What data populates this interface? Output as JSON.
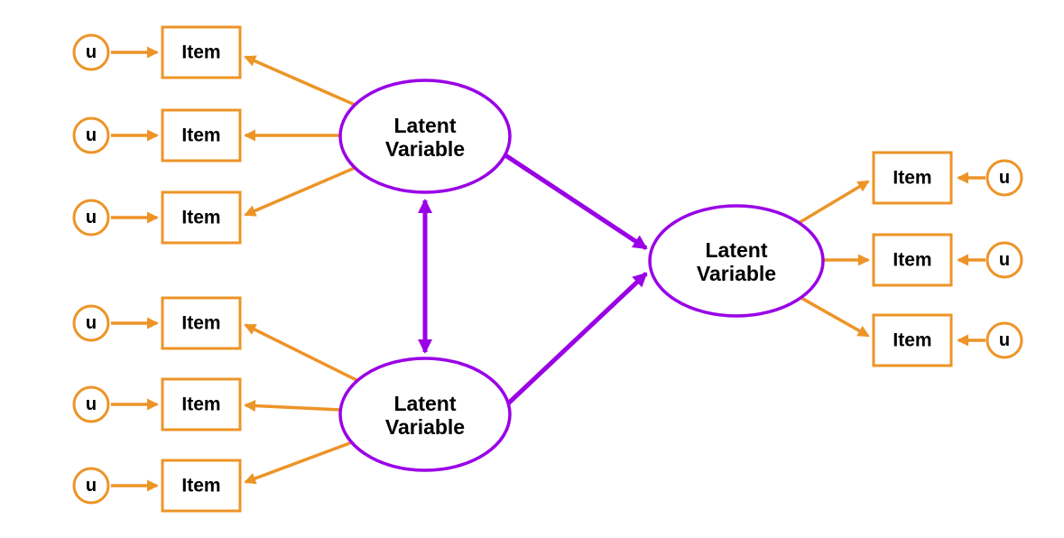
{
  "diagram": {
    "type": "structural-equation-model",
    "labels": {
      "latent_line1": "Latent",
      "latent_line2": "Variable",
      "item": "Item",
      "u": "u"
    },
    "colors": {
      "orange": "#ED9427",
      "purple": "#9A00E6",
      "text": "#000000",
      "background": "#FFFFFF",
      "node_fill": "#FFFFFF"
    },
    "nodes": {
      "latent_variables": [
        {
          "id": "latent-left-top",
          "label": "Latent Variable",
          "shape": "ellipse",
          "color": "purple"
        },
        {
          "id": "latent-left-bottom",
          "label": "Latent Variable",
          "shape": "ellipse",
          "color": "purple"
        },
        {
          "id": "latent-right",
          "label": "Latent Variable",
          "shape": "ellipse",
          "color": "purple"
        }
      ],
      "items": [
        {
          "id": "item-1",
          "label": "Item",
          "shape": "rect",
          "color": "orange"
        },
        {
          "id": "item-2",
          "label": "Item",
          "shape": "rect",
          "color": "orange"
        },
        {
          "id": "item-3",
          "label": "Item",
          "shape": "rect",
          "color": "orange"
        },
        {
          "id": "item-4",
          "label": "Item",
          "shape": "rect",
          "color": "orange"
        },
        {
          "id": "item-5",
          "label": "Item",
          "shape": "rect",
          "color": "orange"
        },
        {
          "id": "item-6",
          "label": "Item",
          "shape": "rect",
          "color": "orange"
        },
        {
          "id": "item-7",
          "label": "Item",
          "shape": "rect",
          "color": "orange"
        },
        {
          "id": "item-8",
          "label": "Item",
          "shape": "rect",
          "color": "orange"
        },
        {
          "id": "item-9",
          "label": "Item",
          "shape": "rect",
          "color": "orange"
        }
      ],
      "unique_factors": [
        {
          "id": "u-1",
          "label": "u",
          "shape": "circle",
          "color": "orange"
        },
        {
          "id": "u-2",
          "label": "u",
          "shape": "circle",
          "color": "orange"
        },
        {
          "id": "u-3",
          "label": "u",
          "shape": "circle",
          "color": "orange"
        },
        {
          "id": "u-4",
          "label": "u",
          "shape": "circle",
          "color": "orange"
        },
        {
          "id": "u-5",
          "label": "u",
          "shape": "circle",
          "color": "orange"
        },
        {
          "id": "u-6",
          "label": "u",
          "shape": "circle",
          "color": "orange"
        },
        {
          "id": "u-7",
          "label": "u",
          "shape": "circle",
          "color": "orange"
        },
        {
          "id": "u-8",
          "label": "u",
          "shape": "circle",
          "color": "orange"
        },
        {
          "id": "u-9",
          "label": "u",
          "shape": "circle",
          "color": "orange"
        }
      ]
    },
    "edges": [
      {
        "from": "u-1",
        "to": "item-1",
        "type": "arrow",
        "color": "orange"
      },
      {
        "from": "u-2",
        "to": "item-2",
        "type": "arrow",
        "color": "orange"
      },
      {
        "from": "u-3",
        "to": "item-3",
        "type": "arrow",
        "color": "orange"
      },
      {
        "from": "u-4",
        "to": "item-4",
        "type": "arrow",
        "color": "orange"
      },
      {
        "from": "u-5",
        "to": "item-5",
        "type": "arrow",
        "color": "orange"
      },
      {
        "from": "u-6",
        "to": "item-6",
        "type": "arrow",
        "color": "orange"
      },
      {
        "from": "u-7",
        "to": "item-7",
        "type": "arrow",
        "color": "orange"
      },
      {
        "from": "u-8",
        "to": "item-8",
        "type": "arrow",
        "color": "orange"
      },
      {
        "from": "u-9",
        "to": "item-9",
        "type": "arrow",
        "color": "orange"
      },
      {
        "from": "latent-left-top",
        "to": "item-1",
        "type": "arrow",
        "color": "orange"
      },
      {
        "from": "latent-left-top",
        "to": "item-2",
        "type": "arrow",
        "color": "orange"
      },
      {
        "from": "latent-left-top",
        "to": "item-3",
        "type": "arrow",
        "color": "orange"
      },
      {
        "from": "latent-left-bottom",
        "to": "item-4",
        "type": "arrow",
        "color": "orange"
      },
      {
        "from": "latent-left-bottom",
        "to": "item-5",
        "type": "arrow",
        "color": "orange"
      },
      {
        "from": "latent-left-bottom",
        "to": "item-6",
        "type": "arrow",
        "color": "orange"
      },
      {
        "from": "latent-right",
        "to": "item-7",
        "type": "arrow",
        "color": "orange"
      },
      {
        "from": "latent-right",
        "to": "item-8",
        "type": "arrow",
        "color": "orange"
      },
      {
        "from": "latent-right",
        "to": "item-9",
        "type": "arrow",
        "color": "orange"
      },
      {
        "from": "latent-left-top",
        "to": "latent-left-bottom",
        "type": "double-arrow",
        "color": "purple"
      },
      {
        "from": "latent-left-top",
        "to": "latent-right",
        "type": "arrow",
        "color": "purple"
      },
      {
        "from": "latent-left-bottom",
        "to": "latent-right",
        "type": "arrow",
        "color": "purple"
      }
    ]
  }
}
